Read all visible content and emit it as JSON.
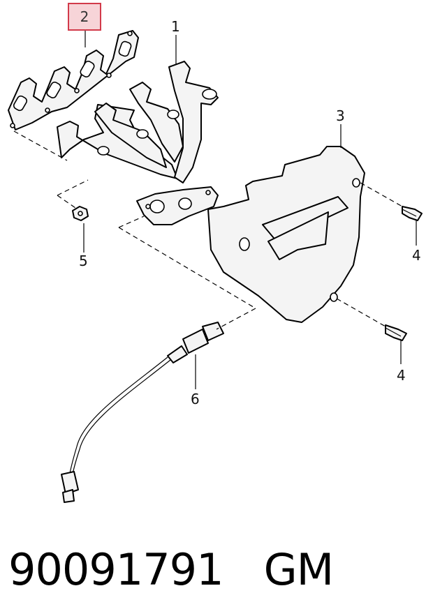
{
  "callouts": {
    "c1": "1",
    "c2": "2",
    "c3": "3",
    "c4a": "4",
    "c4b": "4",
    "c5": "5",
    "c6": "6"
  },
  "footer": {
    "part_number": "90091791",
    "brand": "GM"
  },
  "colors": {
    "highlight_border": "#d23a4a",
    "highlight_fill": "#f7d4d8"
  }
}
